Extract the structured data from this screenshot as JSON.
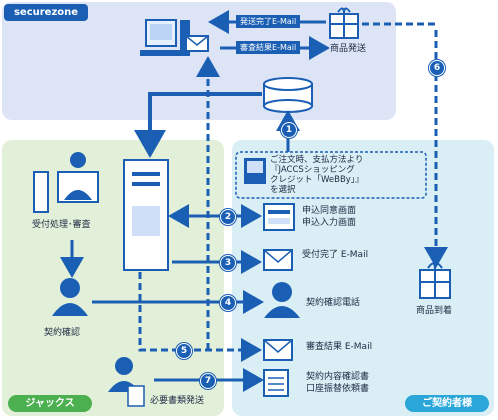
{
  "zones": {
    "securezone": "securezone",
    "jaccs": "ジャックス",
    "customer": "ご契約者様"
  },
  "labels": {
    "order_note": "ご注文時、支払方法より\n『JACCSショッピング\nクレジット「WeBBy」』\nを選択",
    "reception": "受付処理･審査",
    "contract_check": "契約確認",
    "docs_send": "必要書類発送",
    "screen_consent": "申込同意画面",
    "screen_input": "申込入力画面",
    "accept_mail": "受付完了 E-Mail",
    "confirm_call": "契約確認電話",
    "result_mail": "審査結果 E-Mail",
    "contract_doc": "契約内容確認書",
    "transfer_doc": "口座振替依頼書",
    "goods_arrive": "商品到着",
    "goods_ship": "商品発送",
    "ship_done_mail": "発送完了E-Mail",
    "review_mail": "審査結果E-Mail"
  },
  "steps": [
    "1",
    "2",
    "3",
    "4",
    "5",
    "6",
    "7"
  ],
  "colors": {
    "securezone_bg": "#dde4f5",
    "jaccs_bg": "#e2f0d9",
    "customer_bg": "#d9eef5",
    "accent": "#1a5fb4",
    "jaccs_tag": "#4caf50",
    "customer_tag": "#2aa7d8"
  }
}
